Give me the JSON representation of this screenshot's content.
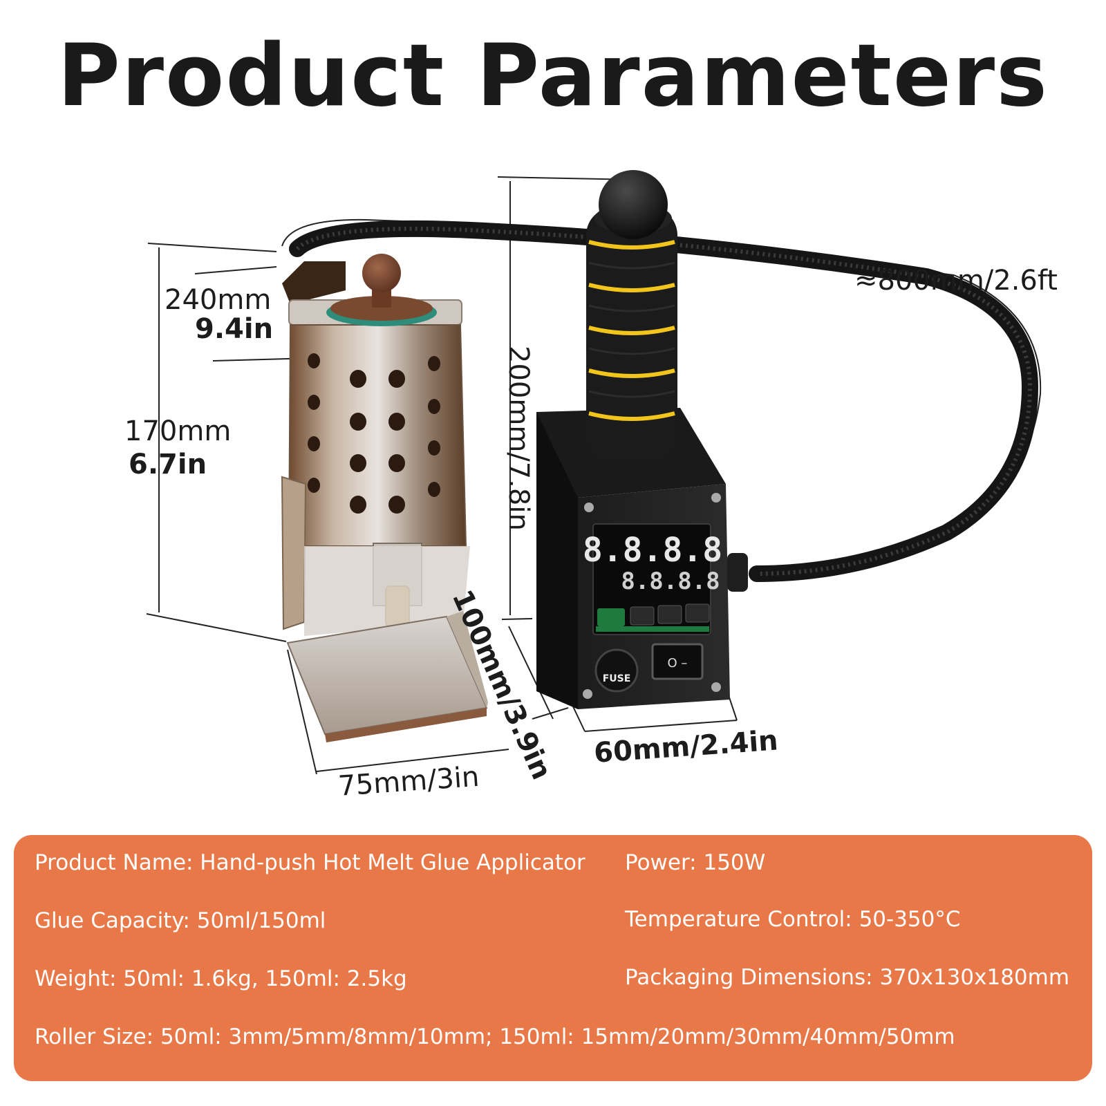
{
  "title": "Product Parameters",
  "dimensions": {
    "cable_length": "≈800mm/2.6ft",
    "handle_height": "200mm/7.8in",
    "pot_width_mm": "240mm",
    "pot_width_in": "9.4in",
    "pot_height_mm": "170mm",
    "pot_height_in": "6.7in",
    "base_depth": "100mm/3.9in",
    "base_width": "75mm/3in",
    "box_width": "60mm/2.4in"
  },
  "controller": {
    "display_top": "8.8.8.8",
    "display_bottom": "8.8.8.8",
    "fuse_label": "FUSE",
    "switch_label": "O –"
  },
  "specs": {
    "product_name": "Product Name: Hand-push Hot Melt Glue Applicator",
    "power": "Power: 150W",
    "glue_capacity": "Glue Capacity: 50ml/150ml",
    "temperature_control": "Temperature Control: 50-350°C",
    "weight": "Weight: 50ml: 1.6kg, 150ml: 2.5kg",
    "packaging_dimensions": "Packaging Dimensions: 370x130x180mm",
    "roller_size": "Roller Size: 50ml: 3mm/5mm/8mm/10mm; 150ml: 15mm/20mm/30mm/40mm/50mm"
  },
  "colors": {
    "panel": "#e87848",
    "grip_stripe": "#f2c51c",
    "display_digits": "#e8e8e8"
  }
}
